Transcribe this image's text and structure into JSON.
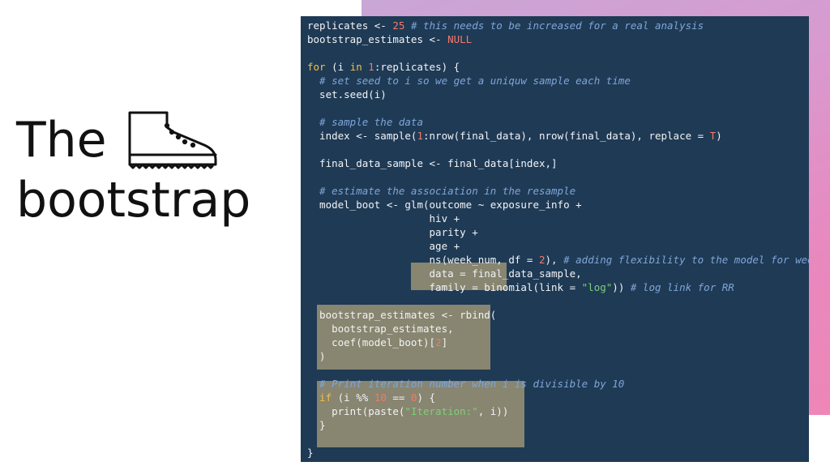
{
  "slide": {
    "title_line1": "The",
    "title_line2": "bootstrap",
    "icon": "boot-icon"
  },
  "colors": {
    "code_background": "#1f3a55",
    "accent_gradient_start": "#c9a6d6",
    "accent_gradient_end": "#ee86b7",
    "highlight": "#a09676",
    "comment": "#7fa6d8",
    "number": "#f27a6a",
    "string": "#7ed07a",
    "keyword": "#f2c04b"
  },
  "code": {
    "l1": "replicates <- ",
    "l1_num": "25",
    "l1_comment": " # this needs to be increased for a real analysis",
    "l2": "bootstrap_estimates <- ",
    "l2_null": "NULL",
    "l4_kw": "for",
    "l4a": " (i ",
    "l4_in": "in",
    "l4b": " ",
    "l4_num": "1",
    "l4c": ":replicates) {",
    "l5_comment": "  # set seed to i so we get a uniquw sample each time",
    "l6": "  set.seed(i)",
    "l8_comment": "  # sample the data",
    "l9a": "  index <- sample(",
    "l9_num": "1",
    "l9b": ":nrow(final_data), nrow(final_data), replace = ",
    "l9_T": "T",
    "l9c": ")",
    "l11": "  final_data_sample <- final_data[index,]",
    "l13_comment": "  # estimate the association in the resample",
    "l14": "  model_boot <- glm(outcome ~ exposure_info +",
    "l15": "                    hiv +",
    "l16": "                    parity +",
    "l17": "                    age +",
    "l18a": "                    ns(week_num, df = ",
    "l18_num": "2",
    "l18b": "), ",
    "l18_comment": "# adding flexibility to the model for weeks",
    "l19": "                    data = final_data_sample,",
    "l20a": "                    family = binomial(link = ",
    "l20_str": "\"log\"",
    "l20b": ")) ",
    "l20_comment": "# log link for RR",
    "l22": "  bootstrap_estimates <- rbind(",
    "l23": "    bootstrap_estimates,",
    "l24a": "    coef(model_boot)[",
    "l24_num": "2",
    "l24b": "]",
    "l25": "  )",
    "l27_comment": "  # Print iteration number when i is divisible by 10",
    "l28_kw": "  if",
    "l28a": " (i %% ",
    "l28_num1": "10",
    "l28b": " == ",
    "l28_num2": "0",
    "l28c": ") {",
    "l29a": "    print(paste(",
    "l29_str": "\"Iteration:\"",
    "l29b": ", i))",
    "l30": "  }",
    "l32": "}"
  }
}
